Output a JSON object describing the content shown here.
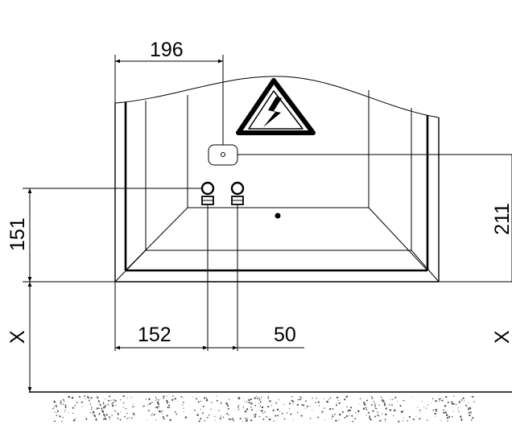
{
  "dimensions": {
    "top_width": "196",
    "left_height": "151",
    "right_height": "211",
    "bottom_left": "152",
    "bottom_mid": "50",
    "left_x": "X",
    "right_x": "X"
  },
  "colors": {
    "line": "#000000",
    "floor_dots": "#555555",
    "background": "#ffffff"
  },
  "icons": [
    "electrical-hazard-warning-icon",
    "dimension-arrow-icon",
    "floor-hatching"
  ]
}
